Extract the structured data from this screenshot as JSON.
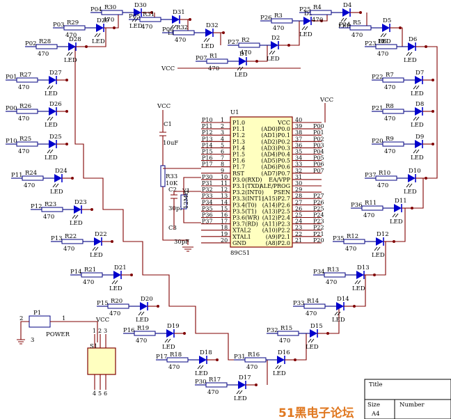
{
  "mcu": {
    "ref": "U1",
    "part": "89C51",
    "left_pins": [
      {
        "num": "1",
        "name": "P1.0",
        "net": "P10"
      },
      {
        "num": "2",
        "name": "P1.1",
        "net": "P11"
      },
      {
        "num": "3",
        "name": "P1.2",
        "net": "P12"
      },
      {
        "num": "4",
        "name": "P1.3",
        "net": "P13"
      },
      {
        "num": "5",
        "name": "P1.4",
        "net": "P14"
      },
      {
        "num": "6",
        "name": "P1.5",
        "net": "P15"
      },
      {
        "num": "7",
        "name": "P1.6",
        "net": "P16"
      },
      {
        "num": "8",
        "name": "P1.7",
        "net": "P17"
      },
      {
        "num": "9",
        "name": "RST",
        "net": ""
      },
      {
        "num": "10",
        "name": "P3.0(RXD)",
        "net": "P30"
      },
      {
        "num": "11",
        "name": "P3.1(TXD)",
        "net": "P31"
      },
      {
        "num": "12",
        "name": "P3.2(INT0)",
        "net": "P32"
      },
      {
        "num": "13",
        "name": "P3.3(INT1)",
        "net": "P33"
      },
      {
        "num": "14",
        "name": "P3.4(T0)",
        "net": "P34"
      },
      {
        "num": "15",
        "name": "P3.5(T1)",
        "net": "P35"
      },
      {
        "num": "16",
        "name": "P3.6(WR)",
        "net": "P36"
      },
      {
        "num": "17",
        "name": "P3.7(RD)",
        "net": "P37"
      },
      {
        "num": "18",
        "name": "XTAL2",
        "net": ""
      },
      {
        "num": "19",
        "name": "XTAL1",
        "net": ""
      },
      {
        "num": "20",
        "name": "GND",
        "net": ""
      }
    ],
    "right_pins": [
      {
        "num": "40",
        "name": "VCC",
        "net": ""
      },
      {
        "num": "39",
        "name": "(AD0)P0.0",
        "net": "P00"
      },
      {
        "num": "38",
        "name": "(AD1)P0.1",
        "net": "P01"
      },
      {
        "num": "37",
        "name": "(AD2)P0.2",
        "net": "P02"
      },
      {
        "num": "36",
        "name": "(AD3)P0.3",
        "net": "P03"
      },
      {
        "num": "35",
        "name": "(AD4)P0.4",
        "net": "P04"
      },
      {
        "num": "34",
        "name": "(AD5)P0.5",
        "net": "P05"
      },
      {
        "num": "33",
        "name": "(AD6)P0.6",
        "net": "P06"
      },
      {
        "num": "32",
        "name": "(AD7)P0.7",
        "net": "P07"
      },
      {
        "num": "31",
        "name": "EA/VPP",
        "net": ""
      },
      {
        "num": "30",
        "name": "ALE/PROG",
        "net": ""
      },
      {
        "num": "29",
        "name": "PSEN",
        "net": ""
      },
      {
        "num": "28",
        "name": "(A15)P2.7",
        "net": "P27"
      },
      {
        "num": "27",
        "name": "(A14)P2.6",
        "net": "P26"
      },
      {
        "num": "26",
        "name": "(A13)P2.5",
        "net": "P25"
      },
      {
        "num": "25",
        "name": "(A12)P2.4",
        "net": "P24"
      },
      {
        "num": "24",
        "name": "(A11)P2.3",
        "net": "P23"
      },
      {
        "num": "23",
        "name": "(A10)P2.2",
        "net": "P22"
      },
      {
        "num": "22",
        "name": "(A9)P2.1",
        "net": "P21"
      },
      {
        "num": "21",
        "name": "(A8)P2.0",
        "net": "P20"
      }
    ]
  },
  "passives": {
    "c1": "C1",
    "c1_val": "10uF",
    "c2": "C2",
    "c2_val": "30pF",
    "c3": "C3",
    "c3_val": "30pF",
    "r33": "R33",
    "r33_val": "10K",
    "y1": "Y1",
    "y1_val": "12MH",
    "vcc": "VCC"
  },
  "power": {
    "p1": "P1",
    "p1_label": "POWER",
    "pin1": "1",
    "pin2": "2",
    "pin3": "3",
    "s1": "S1",
    "s_pins": [
      "1",
      "2",
      "3",
      "4",
      "5",
      "6"
    ]
  },
  "led_label": "LED",
  "res_val": "470",
  "leds": [
    {
      "net": "P04",
      "r": "R30",
      "d": "D30"
    },
    {
      "net": "P05",
      "r": "R31",
      "d": "D31"
    },
    {
      "net": "P03",
      "r": "R29",
      "d": "D29"
    },
    {
      "net": "P06",
      "r": "R32",
      "d": "D32"
    },
    {
      "net": "P02",
      "r": "R28",
      "d": "D28"
    },
    {
      "net": "P07",
      "r": "R1",
      "d": "D1"
    },
    {
      "net": "P27",
      "r": "R2",
      "d": "D2"
    },
    {
      "net": "P26",
      "r": "R3",
      "d": "D3"
    },
    {
      "net": "P25",
      "r": "R4",
      "d": "D4"
    },
    {
      "net": "P24",
      "r": "R5",
      "d": "D5"
    },
    {
      "net": "P23",
      "r": "R6",
      "d": "D6"
    },
    {
      "net": "P01",
      "r": "R27",
      "d": "D27"
    },
    {
      "net": "P00",
      "r": "R26",
      "d": "D26"
    },
    {
      "net": "P10",
      "r": "R25",
      "d": "D25"
    },
    {
      "net": "P11",
      "r": "R24",
      "d": "D24"
    },
    {
      "net": "P12",
      "r": "R23",
      "d": "D23"
    },
    {
      "net": "P13",
      "r": "R22",
      "d": "D22"
    },
    {
      "net": "P14",
      "r": "R21",
      "d": "D21"
    },
    {
      "net": "P15",
      "r": "R20",
      "d": "D20"
    },
    {
      "net": "P16",
      "r": "R19",
      "d": "D19"
    },
    {
      "net": "P17",
      "r": "R18",
      "d": "D18"
    },
    {
      "net": "P30",
      "r": "R17",
      "d": "D17"
    },
    {
      "net": "P22",
      "r": "R7",
      "d": "D7"
    },
    {
      "net": "P21",
      "r": "R8",
      "d": "D8"
    },
    {
      "net": "P20",
      "r": "R9",
      "d": "D9"
    },
    {
      "net": "P37",
      "r": "R10",
      "d": "D10"
    },
    {
      "net": "P36",
      "r": "R11",
      "d": "D11"
    },
    {
      "net": "P35",
      "r": "R12",
      "d": "D12"
    },
    {
      "net": "P34",
      "r": "R13",
      "d": "D13"
    },
    {
      "net": "P33",
      "r": "R14",
      "d": "D14"
    },
    {
      "net": "P32",
      "r": "R15",
      "d": "D15"
    },
    {
      "net": "P31",
      "r": "R16",
      "d": "D16"
    }
  ],
  "title_block": {
    "title": "Title",
    "size": "Size",
    "size_val": "A4",
    "number": "Number"
  },
  "watermark": "51黑电子论坛"
}
